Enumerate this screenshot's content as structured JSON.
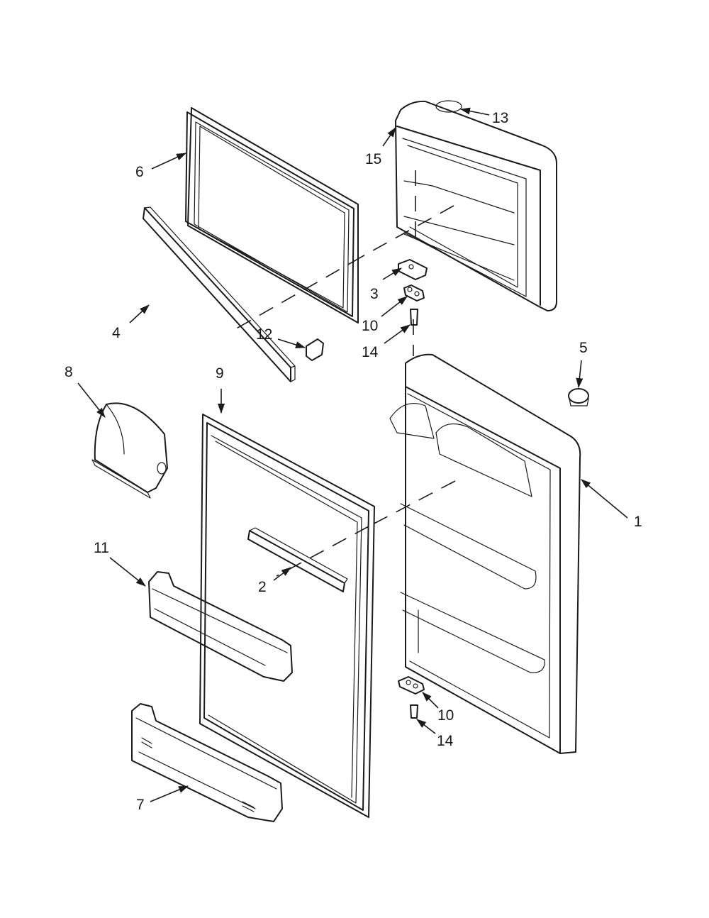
{
  "diagram": {
    "callouts": [
      {
        "label": "1"
      },
      {
        "label": "2"
      },
      {
        "label": "3"
      },
      {
        "label": "4"
      },
      {
        "label": "5"
      },
      {
        "label": "6"
      },
      {
        "label": "7"
      },
      {
        "label": "8"
      },
      {
        "label": "9"
      },
      {
        "label": "10"
      },
      {
        "label": "10"
      },
      {
        "label": "11"
      },
      {
        "label": "12"
      },
      {
        "label": "13"
      },
      {
        "label": "14"
      },
      {
        "label": "14"
      },
      {
        "label": "15"
      }
    ]
  }
}
